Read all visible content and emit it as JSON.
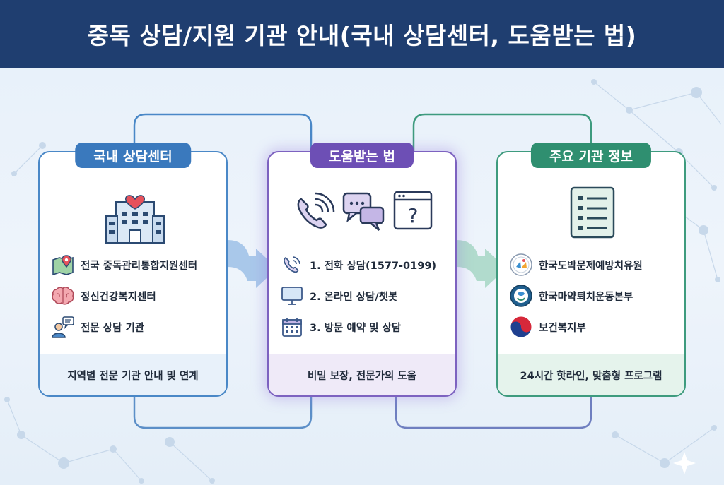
{
  "title": "중독 상담/지원 기관 안내(국내 상담센터, 도움받는 법)",
  "colors": {
    "header": "#1f3e70",
    "blue_accent": "#3a79bd",
    "purple_accent": "#6d4fb5",
    "green_accent": "#2f8f70"
  },
  "panels": [
    {
      "heading": "국내 상담센터",
      "icon": "hospital-heart-icon",
      "items": [
        {
          "label": "전국 중독관리통합지원센터",
          "icon": "map-pin-icon"
        },
        {
          "label": "정신건강복지센터",
          "icon": "brain-icon"
        },
        {
          "label": "전문 상담 기관",
          "icon": "counselor-icon"
        }
      ],
      "footer": "지역별 전문 기관 안내 및 연계"
    },
    {
      "heading": "도움받는 법",
      "icons": [
        "phone-icon",
        "chat-bubbles-icon",
        "help-window-icon"
      ],
      "items": [
        {
          "label": "1. 전화 상담(1577-0199)",
          "icon": "phone-icon"
        },
        {
          "label": "2. 온라인 상담/챗봇",
          "icon": "monitor-icon"
        },
        {
          "label": "3. 방문 예약 및 상담",
          "icon": "calendar-icon"
        }
      ],
      "footer": "비밀 보장, 전문가의 도움"
    },
    {
      "heading": "주요 기관 정보",
      "icon": "checklist-icon",
      "items": [
        {
          "label": "한국도박문제예방치유원",
          "icon": "gambling-agency-logo-icon"
        },
        {
          "label": "한국마약퇴치운동본부",
          "icon": "drug-agency-logo-icon"
        },
        {
          "label": "보건복지부",
          "icon": "taegeuk-logo-icon"
        }
      ],
      "footer": "24시간 핫라인, 맞춤형 프로그램"
    }
  ]
}
